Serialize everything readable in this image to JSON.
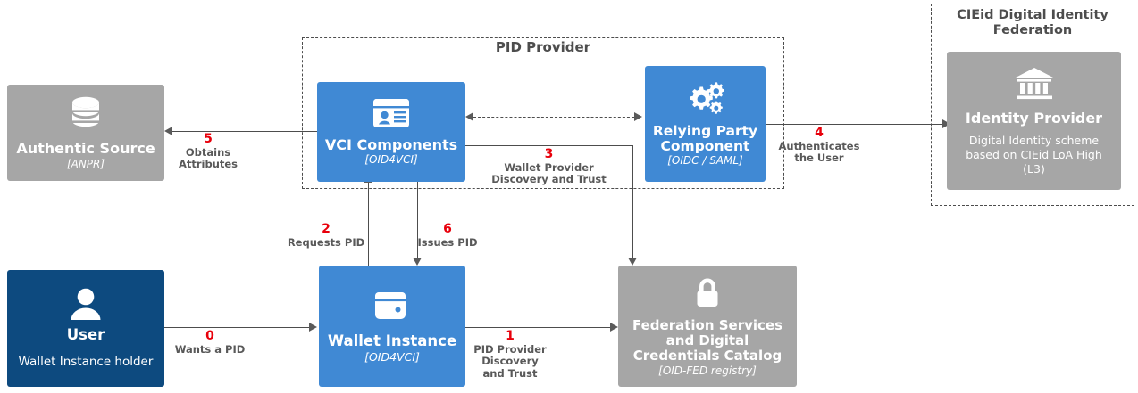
{
  "diagram": {
    "title_hidden": "PID issuance flow with CIEid federation",
    "colors": {
      "blue": "#4089d4",
      "grey": "#a6a6a6",
      "navy": "#0d4a7f",
      "label_number_red": "#e8000b",
      "label_text_grey": "#595959",
      "group_border_grey": "#4d4d4d"
    },
    "groups": [
      {
        "id": "pid-provider",
        "label": "PID Provider"
      },
      {
        "id": "cieid-federation",
        "label": "CIEid Digital Identity\nFederation"
      }
    ],
    "nodes": [
      {
        "id": "authentic-source",
        "title": "Authentic Source",
        "subtitle": "[ANPR]",
        "subtitle_style": "italic",
        "icon": "database-icon",
        "color": "grey"
      },
      {
        "id": "vci-components",
        "title": "VCI Components",
        "subtitle": "[OID4VCI]",
        "subtitle_style": "italic",
        "icon": "id-card-icon",
        "color": "blue"
      },
      {
        "id": "relying-party-component",
        "title": "Relying Party\nComponent",
        "subtitle": "[OIDC / SAML]",
        "subtitle_style": "italic",
        "icon": "gears-icon",
        "color": "blue"
      },
      {
        "id": "identity-provider",
        "title": "Identity Provider",
        "subtitle": "Digital Identity scheme\nbased on CIEid LoA High\n(L3)",
        "subtitle_style": "plain",
        "icon": "bank-icon",
        "color": "grey"
      },
      {
        "id": "user",
        "title": "User",
        "subtitle": "Wallet Instance holder",
        "subtitle_style": "plain",
        "icon": "person-icon",
        "color": "navy"
      },
      {
        "id": "wallet-instance",
        "title": "Wallet Instance",
        "subtitle": "[OID4VCI]",
        "subtitle_style": "italic",
        "icon": "wallet-icon",
        "color": "blue"
      },
      {
        "id": "federation-services",
        "title": "Federation Services\nand Digital\nCredentials Catalog",
        "subtitle": "[OID-FED registry]",
        "subtitle_style": "italic",
        "icon": "lock-icon",
        "color": "grey"
      }
    ],
    "edges": [
      {
        "id": "edge-0",
        "number": "0",
        "text": "Wants a PID",
        "from": "user",
        "to": "wallet-instance"
      },
      {
        "id": "edge-1",
        "number": "1",
        "text": "PID Provider\nDiscovery\nand Trust",
        "from": "wallet-instance",
        "to": "federation-services"
      },
      {
        "id": "edge-2",
        "number": "2",
        "text": "Requests PID",
        "from": "wallet-instance",
        "to": "vci-components"
      },
      {
        "id": "edge-3",
        "number": "3",
        "text": "Wallet Provider\nDiscovery and Trust",
        "from": "vci-components",
        "to": "federation-services"
      },
      {
        "id": "edge-4",
        "number": "4",
        "text": "Authenticates\nthe User",
        "from": "relying-party-component",
        "to": "identity-provider"
      },
      {
        "id": "edge-5",
        "number": "5",
        "text": "Obtains\nAttributes",
        "from": "vci-components",
        "to": "authentic-source"
      },
      {
        "id": "edge-6",
        "number": "6",
        "text": "Issues PID",
        "from": "vci-components",
        "to": "wallet-instance"
      }
    ]
  }
}
